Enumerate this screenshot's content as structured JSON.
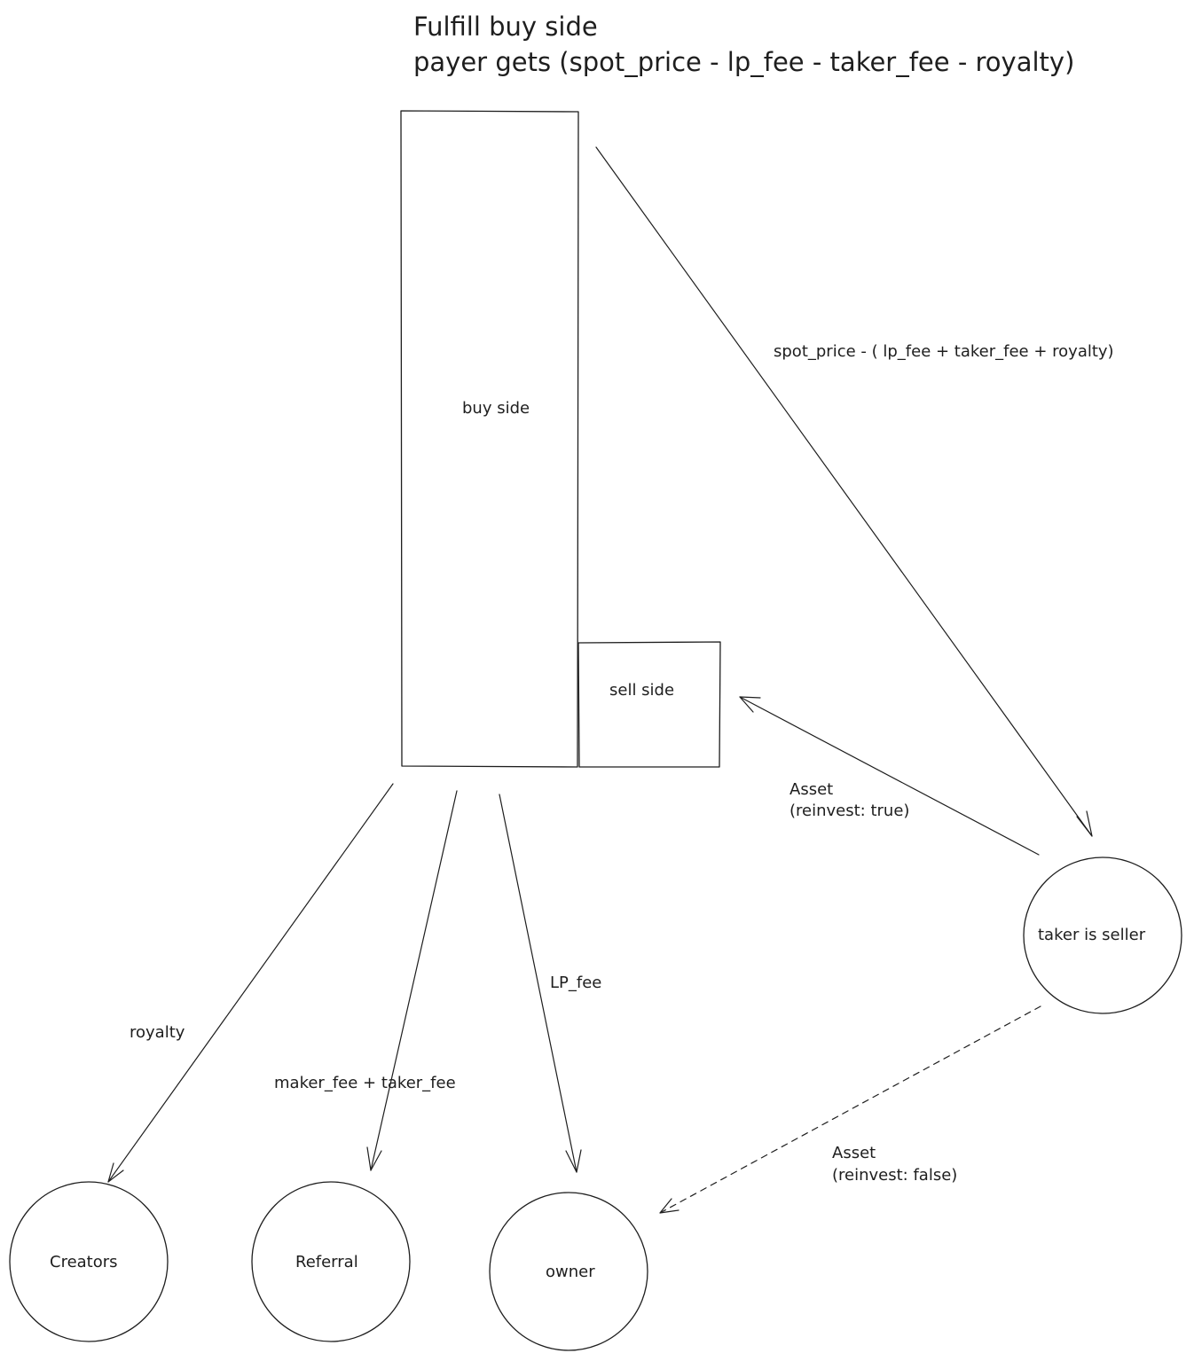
{
  "title": {
    "line1": "Fulfill buy side",
    "line2": "payer gets (spot_price - lp_fee - taker_fee - royalty)"
  },
  "nodes": {
    "buy_side": "buy side",
    "sell_side": "sell side",
    "taker": "taker is seller",
    "creators": "Creators",
    "referral": "Referral",
    "owner": "owner"
  },
  "edges": {
    "to_taker": "spot_price - ( lp_fee + taker_fee + royalty)",
    "asset_reinvest_true": {
      "line1": "Asset",
      "line2": "(reinvest: true)"
    },
    "asset_reinvest_false": {
      "line1": "Asset",
      "line2": "(reinvest: false)"
    },
    "royalty": "royalty",
    "maker_taker_fee": "maker_fee + taker_fee",
    "lp_fee": "LP_fee"
  },
  "style": {
    "stroke_color": "#1e1e1e",
    "background": "#ffffff"
  }
}
